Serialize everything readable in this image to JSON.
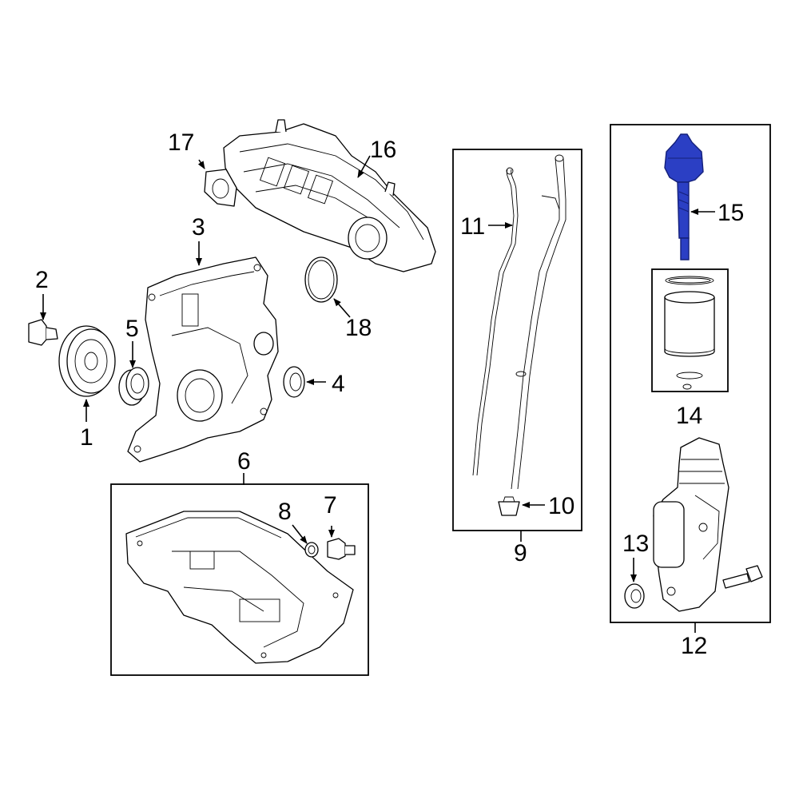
{
  "colors": {
    "highlight": "#2b3fc4",
    "highlight_dark": "#14207a",
    "line": "#000000",
    "background": "#ffffff"
  },
  "callouts": {
    "c1": "1",
    "c2": "2",
    "c3": "3",
    "c4": "4",
    "c5": "5",
    "c6": "6",
    "c7": "7",
    "c8": "8",
    "c9": "9",
    "c10": "10",
    "c11": "11",
    "c12": "12",
    "c13": "13",
    "c14": "14",
    "c15": "15",
    "c16": "16",
    "c17": "17",
    "c18": "18"
  },
  "highlighted_part": "15"
}
